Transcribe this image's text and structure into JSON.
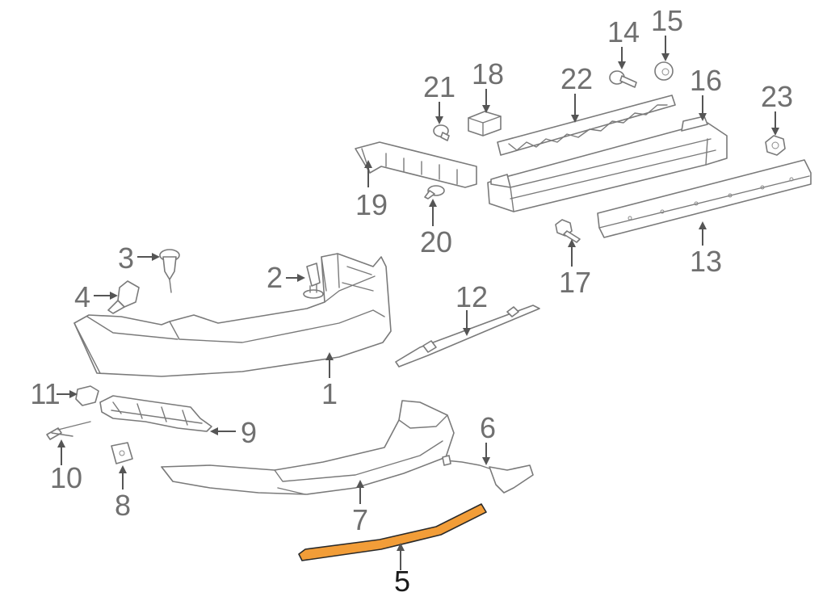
{
  "diagram": {
    "highlight_color": "#f29d38",
    "callouts": [
      {
        "id": "1",
        "label": "1"
      },
      {
        "id": "2",
        "label": "2"
      },
      {
        "id": "3",
        "label": "3"
      },
      {
        "id": "4",
        "label": "4"
      },
      {
        "id": "5",
        "label": "5",
        "selected": true
      },
      {
        "id": "6",
        "label": "6"
      },
      {
        "id": "7",
        "label": "7"
      },
      {
        "id": "8",
        "label": "8"
      },
      {
        "id": "9",
        "label": "9"
      },
      {
        "id": "10",
        "label": "10"
      },
      {
        "id": "11",
        "label": "11"
      },
      {
        "id": "12",
        "label": "12"
      },
      {
        "id": "13",
        "label": "13"
      },
      {
        "id": "14",
        "label": "14"
      },
      {
        "id": "15",
        "label": "15"
      },
      {
        "id": "16",
        "label": "16"
      },
      {
        "id": "17",
        "label": "17"
      },
      {
        "id": "18",
        "label": "18"
      },
      {
        "id": "19",
        "label": "19"
      },
      {
        "id": "20",
        "label": "20"
      },
      {
        "id": "21",
        "label": "21"
      },
      {
        "id": "22",
        "label": "22"
      },
      {
        "id": "23",
        "label": "23"
      }
    ]
  }
}
